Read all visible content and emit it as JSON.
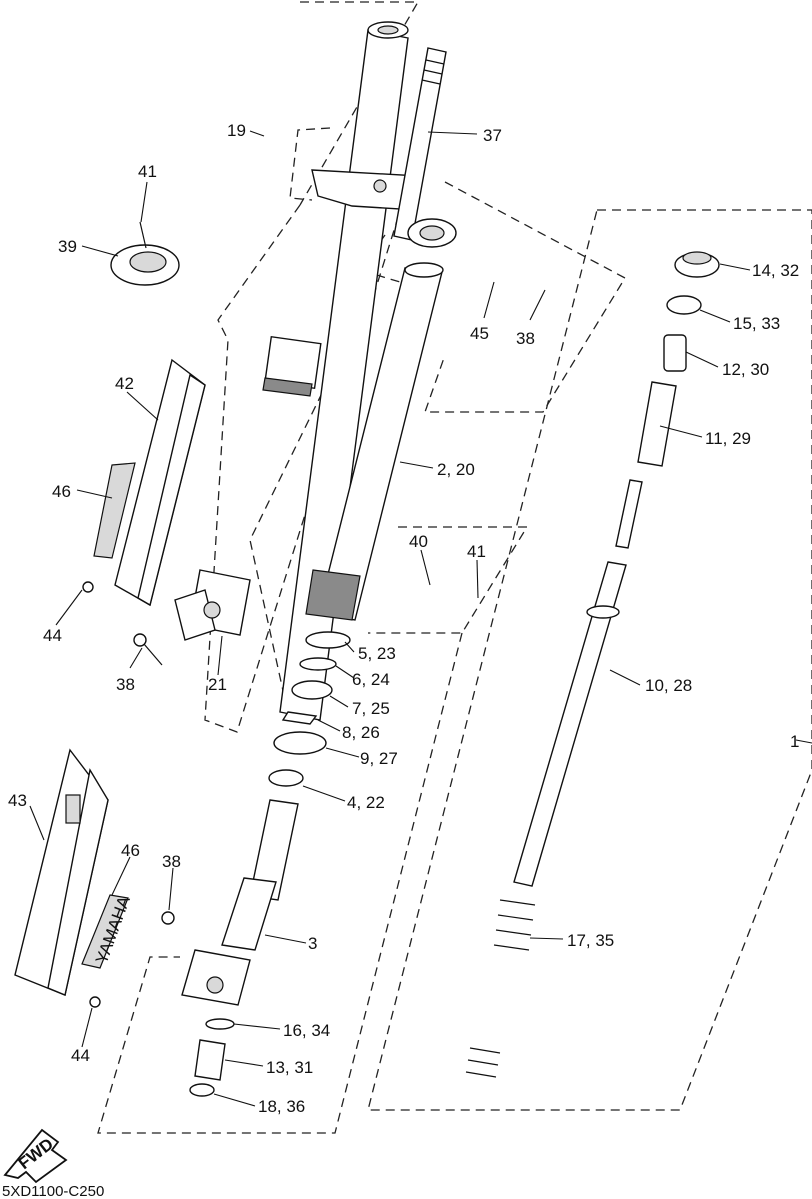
{
  "diagram_code": "5XD1100-C250",
  "fwd_label": "FWD",
  "brand_text": "YAMAHA",
  "callouts": [
    {
      "key": "c19",
      "text": "19"
    },
    {
      "key": "c37",
      "text": "37"
    },
    {
      "key": "c41a",
      "text": "41"
    },
    {
      "key": "c39",
      "text": "39"
    },
    {
      "key": "c14",
      "text": "14, 32"
    },
    {
      "key": "c15",
      "text": "15, 33"
    },
    {
      "key": "c12",
      "text": "12, 30"
    },
    {
      "key": "c11",
      "text": "11, 29"
    },
    {
      "key": "c45",
      "text": "45"
    },
    {
      "key": "c38a",
      "text": "38"
    },
    {
      "key": "c42",
      "text": "42"
    },
    {
      "key": "c2",
      "text": "2, 20"
    },
    {
      "key": "c46a",
      "text": "46"
    },
    {
      "key": "c40",
      "text": "40"
    },
    {
      "key": "c41b",
      "text": "41"
    },
    {
      "key": "c44a",
      "text": "44"
    },
    {
      "key": "c38b",
      "text": "38"
    },
    {
      "key": "c21",
      "text": "21"
    },
    {
      "key": "c5",
      "text": "5, 23"
    },
    {
      "key": "c6",
      "text": "6, 24"
    },
    {
      "key": "c10",
      "text": "10, 28"
    },
    {
      "key": "c7",
      "text": "7, 25"
    },
    {
      "key": "c8",
      "text": "8, 26"
    },
    {
      "key": "c1",
      "text": "1"
    },
    {
      "key": "c9",
      "text": "9, 27"
    },
    {
      "key": "c43",
      "text": "43"
    },
    {
      "key": "c4",
      "text": "4, 22"
    },
    {
      "key": "c46b",
      "text": "46"
    },
    {
      "key": "c38c",
      "text": "38"
    },
    {
      "key": "c3",
      "text": "3"
    },
    {
      "key": "c17",
      "text": "17, 35"
    },
    {
      "key": "c16",
      "text": "16, 34"
    },
    {
      "key": "c44b",
      "text": "44"
    },
    {
      "key": "c13",
      "text": "13, 31"
    },
    {
      "key": "c18",
      "text": "18, 36"
    }
  ]
}
